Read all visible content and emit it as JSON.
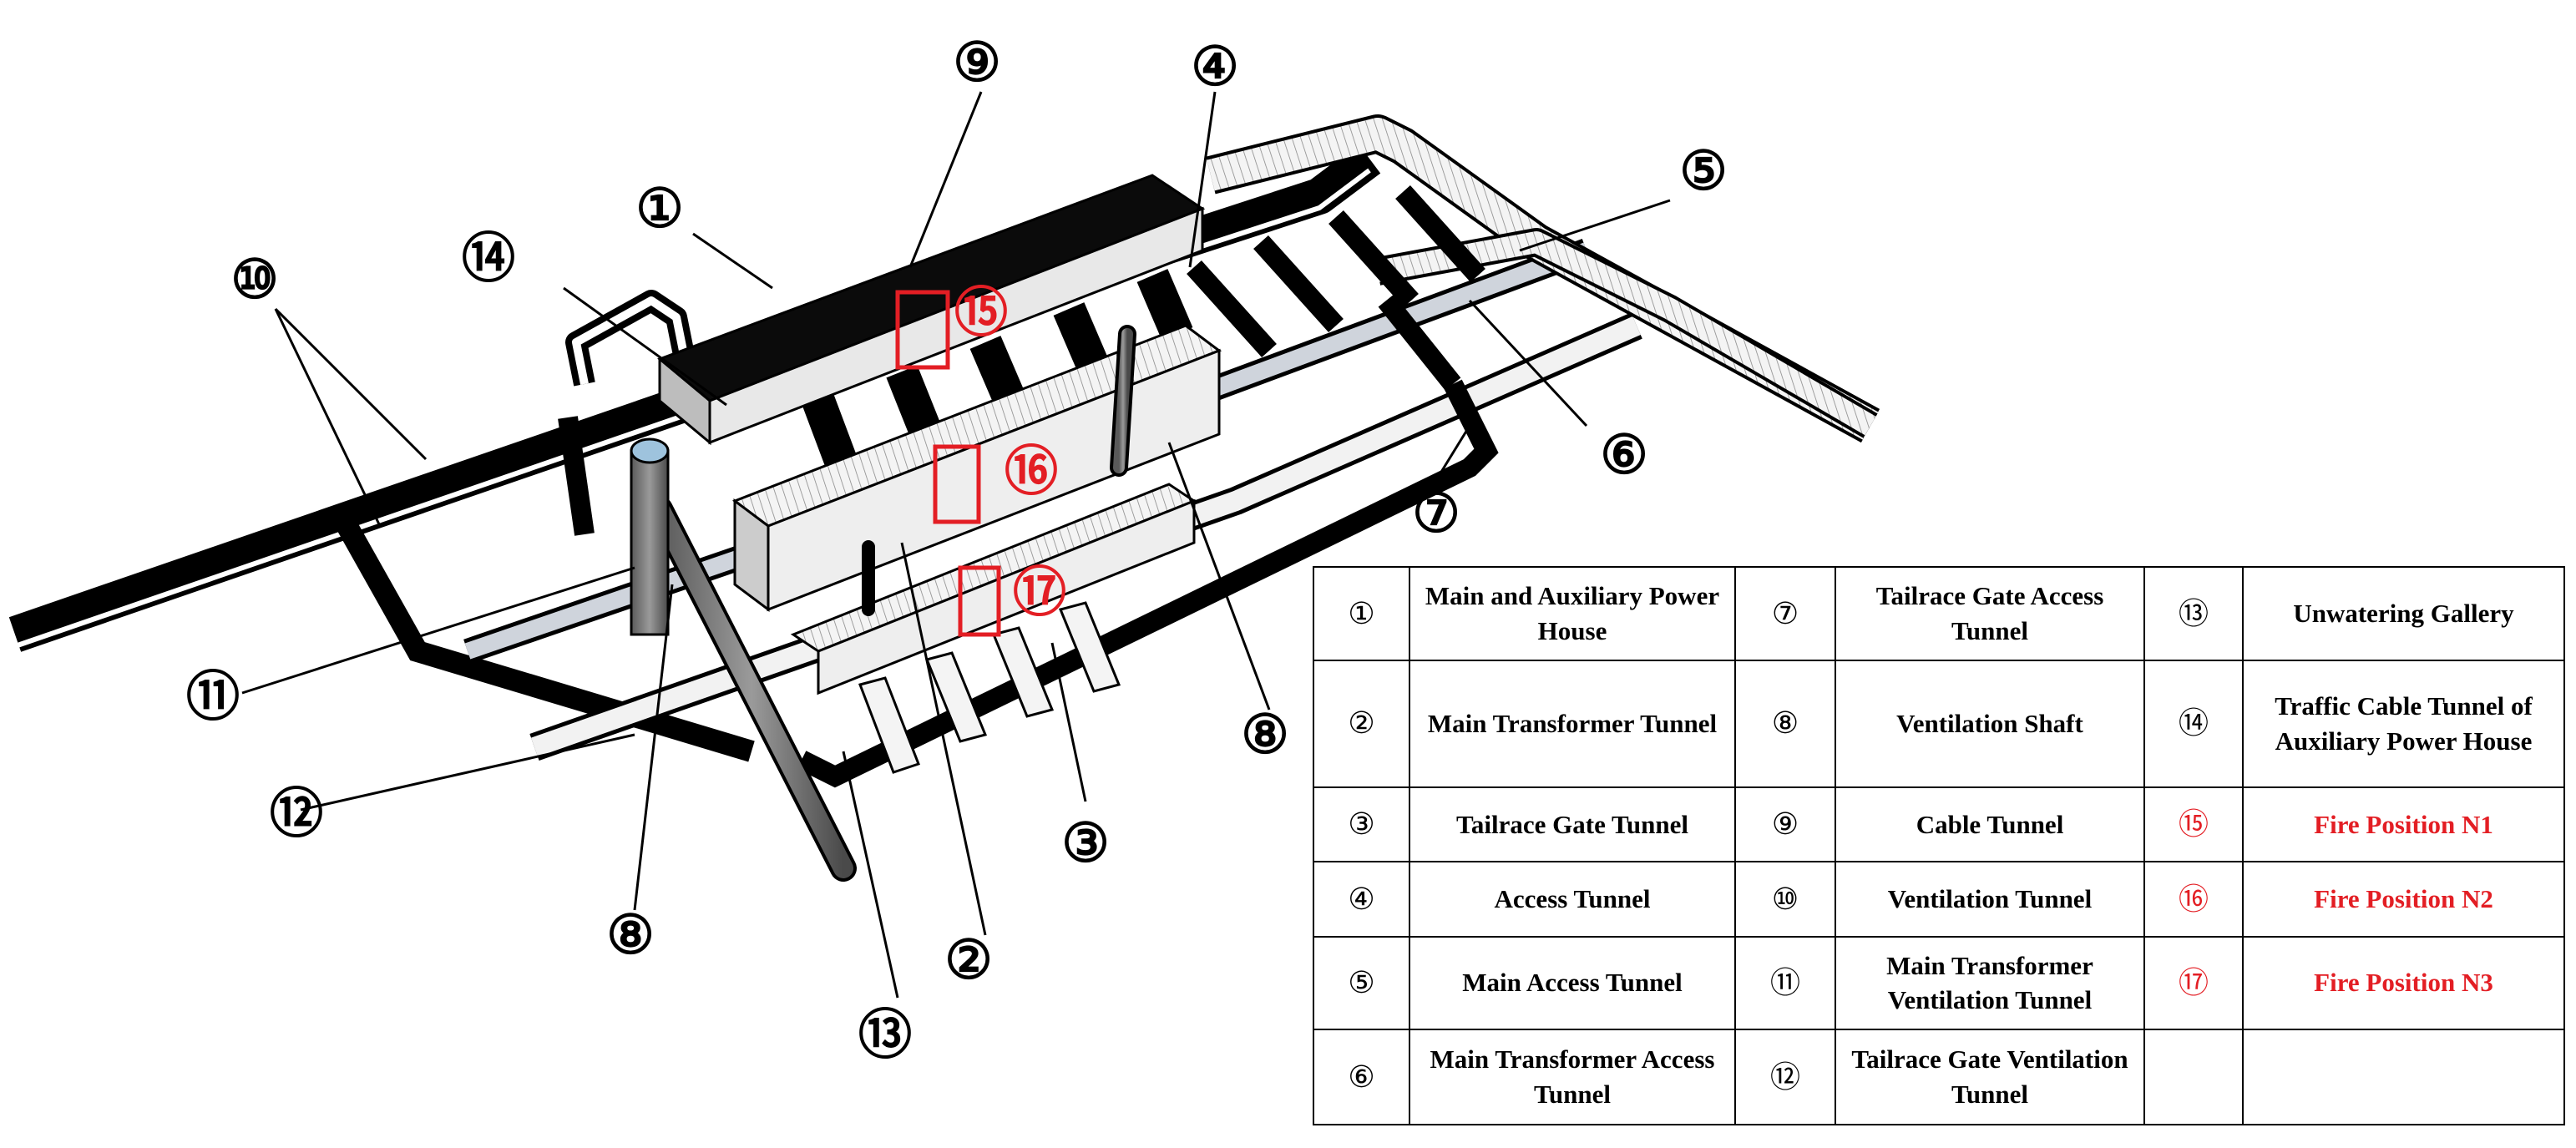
{
  "callouts": {
    "c1": "①",
    "c2": "②",
    "c3": "③",
    "c4": "④",
    "c5": "⑤",
    "c6": "⑥",
    "c7": "⑦",
    "c8a": "⑧",
    "c8b": "⑧",
    "c9": "⑨",
    "c10": "⑩",
    "c11": "⑪",
    "c12": "⑫",
    "c13": "⑬",
    "c14": "⑭",
    "c15": "⑮",
    "c16": "⑯",
    "c17": "⑰"
  },
  "legend": {
    "rows": [
      [
        {
          "num": "①",
          "label": "Main and Auxiliary Power House"
        },
        {
          "num": "⑦",
          "label": "Tailrace Gate Access Tunnel"
        },
        {
          "num": "⑬",
          "label": "Unwatering Gallery"
        }
      ],
      [
        {
          "num": "②",
          "label": "Main Transformer Tunnel"
        },
        {
          "num": "⑧",
          "label": "Ventilation Shaft"
        },
        {
          "num": "⑭",
          "label": "Traffic Cable Tunnel of Auxiliary Power House"
        }
      ],
      [
        {
          "num": "③",
          "label": "Tailrace Gate Tunnel"
        },
        {
          "num": "⑨",
          "label": "Cable Tunnel"
        },
        {
          "num": "⑮",
          "label": "Fire Position N1"
        }
      ],
      [
        {
          "num": "④",
          "label": "Access Tunnel"
        },
        {
          "num": "⑩",
          "label": "Ventilation Tunnel"
        },
        {
          "num": "⑯",
          "label": "Fire Position N2"
        }
      ],
      [
        {
          "num": "⑤",
          "label": "Main Access Tunnel"
        },
        {
          "num": "⑪",
          "label": "Main Transformer Ventilation Tunnel"
        },
        {
          "num": "⑰",
          "label": "Fire Position N3"
        }
      ],
      [
        {
          "num": "⑥",
          "label": "Main Transformer Access Tunnel"
        },
        {
          "num": "⑫",
          "label": "Tailrace Gate Ventilation Tunnel"
        },
        {
          "num": "",
          "label": ""
        }
      ]
    ]
  },
  "colors": {
    "fire": "#e31e24",
    "tunnel_dark": "#0a0a0a",
    "tunnel_light": "#f2f2f2"
  }
}
